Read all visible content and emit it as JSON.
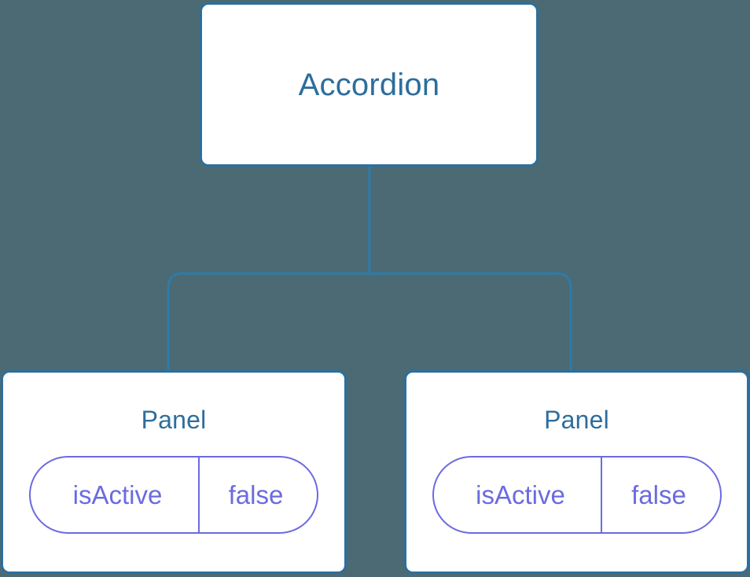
{
  "diagram": {
    "type": "component-tree",
    "background_color": "#4c6a73",
    "node_border_color": "#2b6f9e",
    "node_title_color": "#2d6e9c",
    "prop_color": "#6b6be0",
    "connector_color": "#2b7cae",
    "root": {
      "title": "Accordion"
    },
    "children": [
      {
        "title": "Panel",
        "prop": {
          "key": "isActive",
          "value": "false"
        }
      },
      {
        "title": "Panel",
        "prop": {
          "key": "isActive",
          "value": "false"
        }
      }
    ]
  }
}
